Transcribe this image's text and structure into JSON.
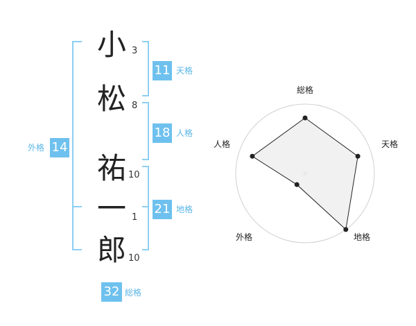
{
  "name": {
    "characters": [
      {
        "char": "小",
        "strokes": "3"
      },
      {
        "char": "松",
        "strokes": "8"
      },
      {
        "char": "祐",
        "strokes": "10"
      },
      {
        "char": "一",
        "strokes": "1"
      },
      {
        "char": "郎",
        "strokes": "10"
      }
    ]
  },
  "fortunes": {
    "tenkaku": {
      "label": "天格",
      "value": "11"
    },
    "jinkaku": {
      "label": "人格",
      "value": "18"
    },
    "chikaku": {
      "label": "地格",
      "value": "21"
    },
    "gaikaku": {
      "label": "外格",
      "value": "14"
    },
    "soukaku": {
      "label": "総格",
      "value": "32"
    }
  },
  "colors": {
    "accent": "#6ec1ee",
    "accent_text": "#5bb6e8",
    "bracket": "#8ccff2",
    "radar_fill": "#efefef",
    "radar_ring": "#d0d0d0",
    "radar_line": "#222222"
  },
  "chart_data": {
    "type": "radar",
    "axes": [
      "総格",
      "天格",
      "地格",
      "外格",
      "人格"
    ],
    "scale": {
      "min": 0,
      "max": 5,
      "rings": 5
    },
    "values": [
      4,
      4,
      5,
      1,
      4
    ]
  }
}
